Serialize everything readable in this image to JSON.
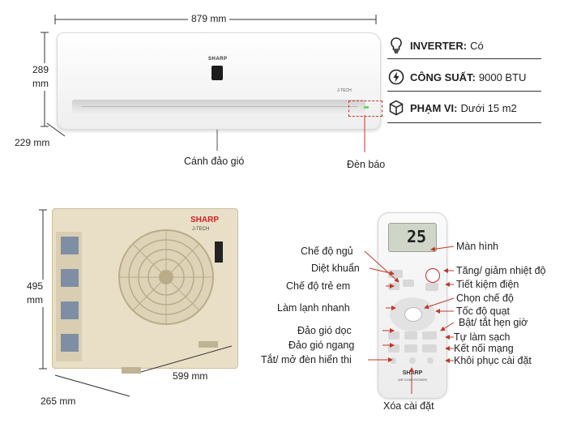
{
  "indoor": {
    "width_label": "879 mm",
    "height_label_1": "289",
    "height_label_2": "mm",
    "depth_label": "229 mm",
    "brand": "SHARP",
    "badge": "J-TECH",
    "louver_label": "Cánh đảo gió",
    "indicator_label": "Đèn báo"
  },
  "specs": [
    {
      "icon": "lightbulb-icon",
      "key": "INVERTER:",
      "value": "Có"
    },
    {
      "icon": "lightning-icon",
      "key": "CÔNG SUẤT:",
      "value": "9000 BTU"
    },
    {
      "icon": "box-icon",
      "key": "PHẠM VI:",
      "value": "Dưới 15 m2"
    }
  ],
  "outdoor": {
    "height_label_1": "495",
    "height_label_2": "mm",
    "width_label": "599 mm",
    "depth_label": "265 mm",
    "brand": "SHARP",
    "badge": "J-TECH"
  },
  "remote": {
    "display_value": "25",
    "brand": "SHARP",
    "sub": "AIR CONDITIONER",
    "labels_left": [
      "Chế độ ngủ",
      "Diệt khuẩn",
      "Chế độ trẻ em",
      "Làm lạnh nhanh",
      "Đảo gió dọc",
      "Đảo gió ngang",
      "Tắt/ mở đèn hiển thi"
    ],
    "labels_right": [
      "Màn hình",
      "Tăng/ giảm nhiệt độ",
      "Tiết kiệm điện",
      "Chọn chế độ",
      "Tốc độ quạt",
      "Bật/ tắt hẹn giờ",
      "Tự làm sạch",
      "Kết nối mạng",
      "Khôi phục cài đặt"
    ],
    "bottom_label": "Xóa cài đặt"
  },
  "colors": {
    "arrow": "#c0392b",
    "outdoor_body": "#e9dfc6",
    "indoor_body": "#f7f7f7"
  }
}
